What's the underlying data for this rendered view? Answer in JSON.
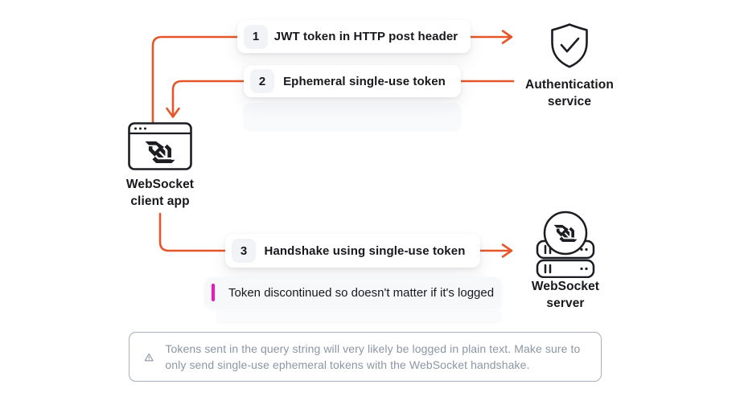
{
  "palette": {
    "arrow_orange": "#e5572b",
    "highlight_magenta": "#ee16c3",
    "dark_ink": "#17181c",
    "muted_gray": "#8c96a4",
    "badge_gray": "#f1f3f6",
    "note_bg": "#f6f8f9",
    "warning_border": "#a7afba"
  },
  "nodes": {
    "client": {
      "icon": "browser-websocket-icon",
      "line1": "WebSocket",
      "line2": "client app"
    },
    "auth": {
      "icon": "shield-check-icon",
      "line1": "Authentication",
      "line2": "service"
    },
    "server": {
      "icon": "websocket-server-icon",
      "line1": "WebSocket",
      "line2": "server"
    }
  },
  "steps": [
    {
      "number": "1",
      "label": "JWT token in HTTP post header"
    },
    {
      "number": "2",
      "label": "Ephemeral single-use token"
    },
    {
      "number": "3",
      "label": "Handshake using single-use token"
    }
  ],
  "note": {
    "marker": "magenta-highlight-bar",
    "text": "Token discontinued so doesn't matter if it's logged"
  },
  "warning": {
    "icon": "warning-triangle-icon",
    "text": "Tokens sent in the query string will very likely be logged in plain text. Make sure to only send single-use ephemeral tokens with the WebSocket handshake."
  }
}
